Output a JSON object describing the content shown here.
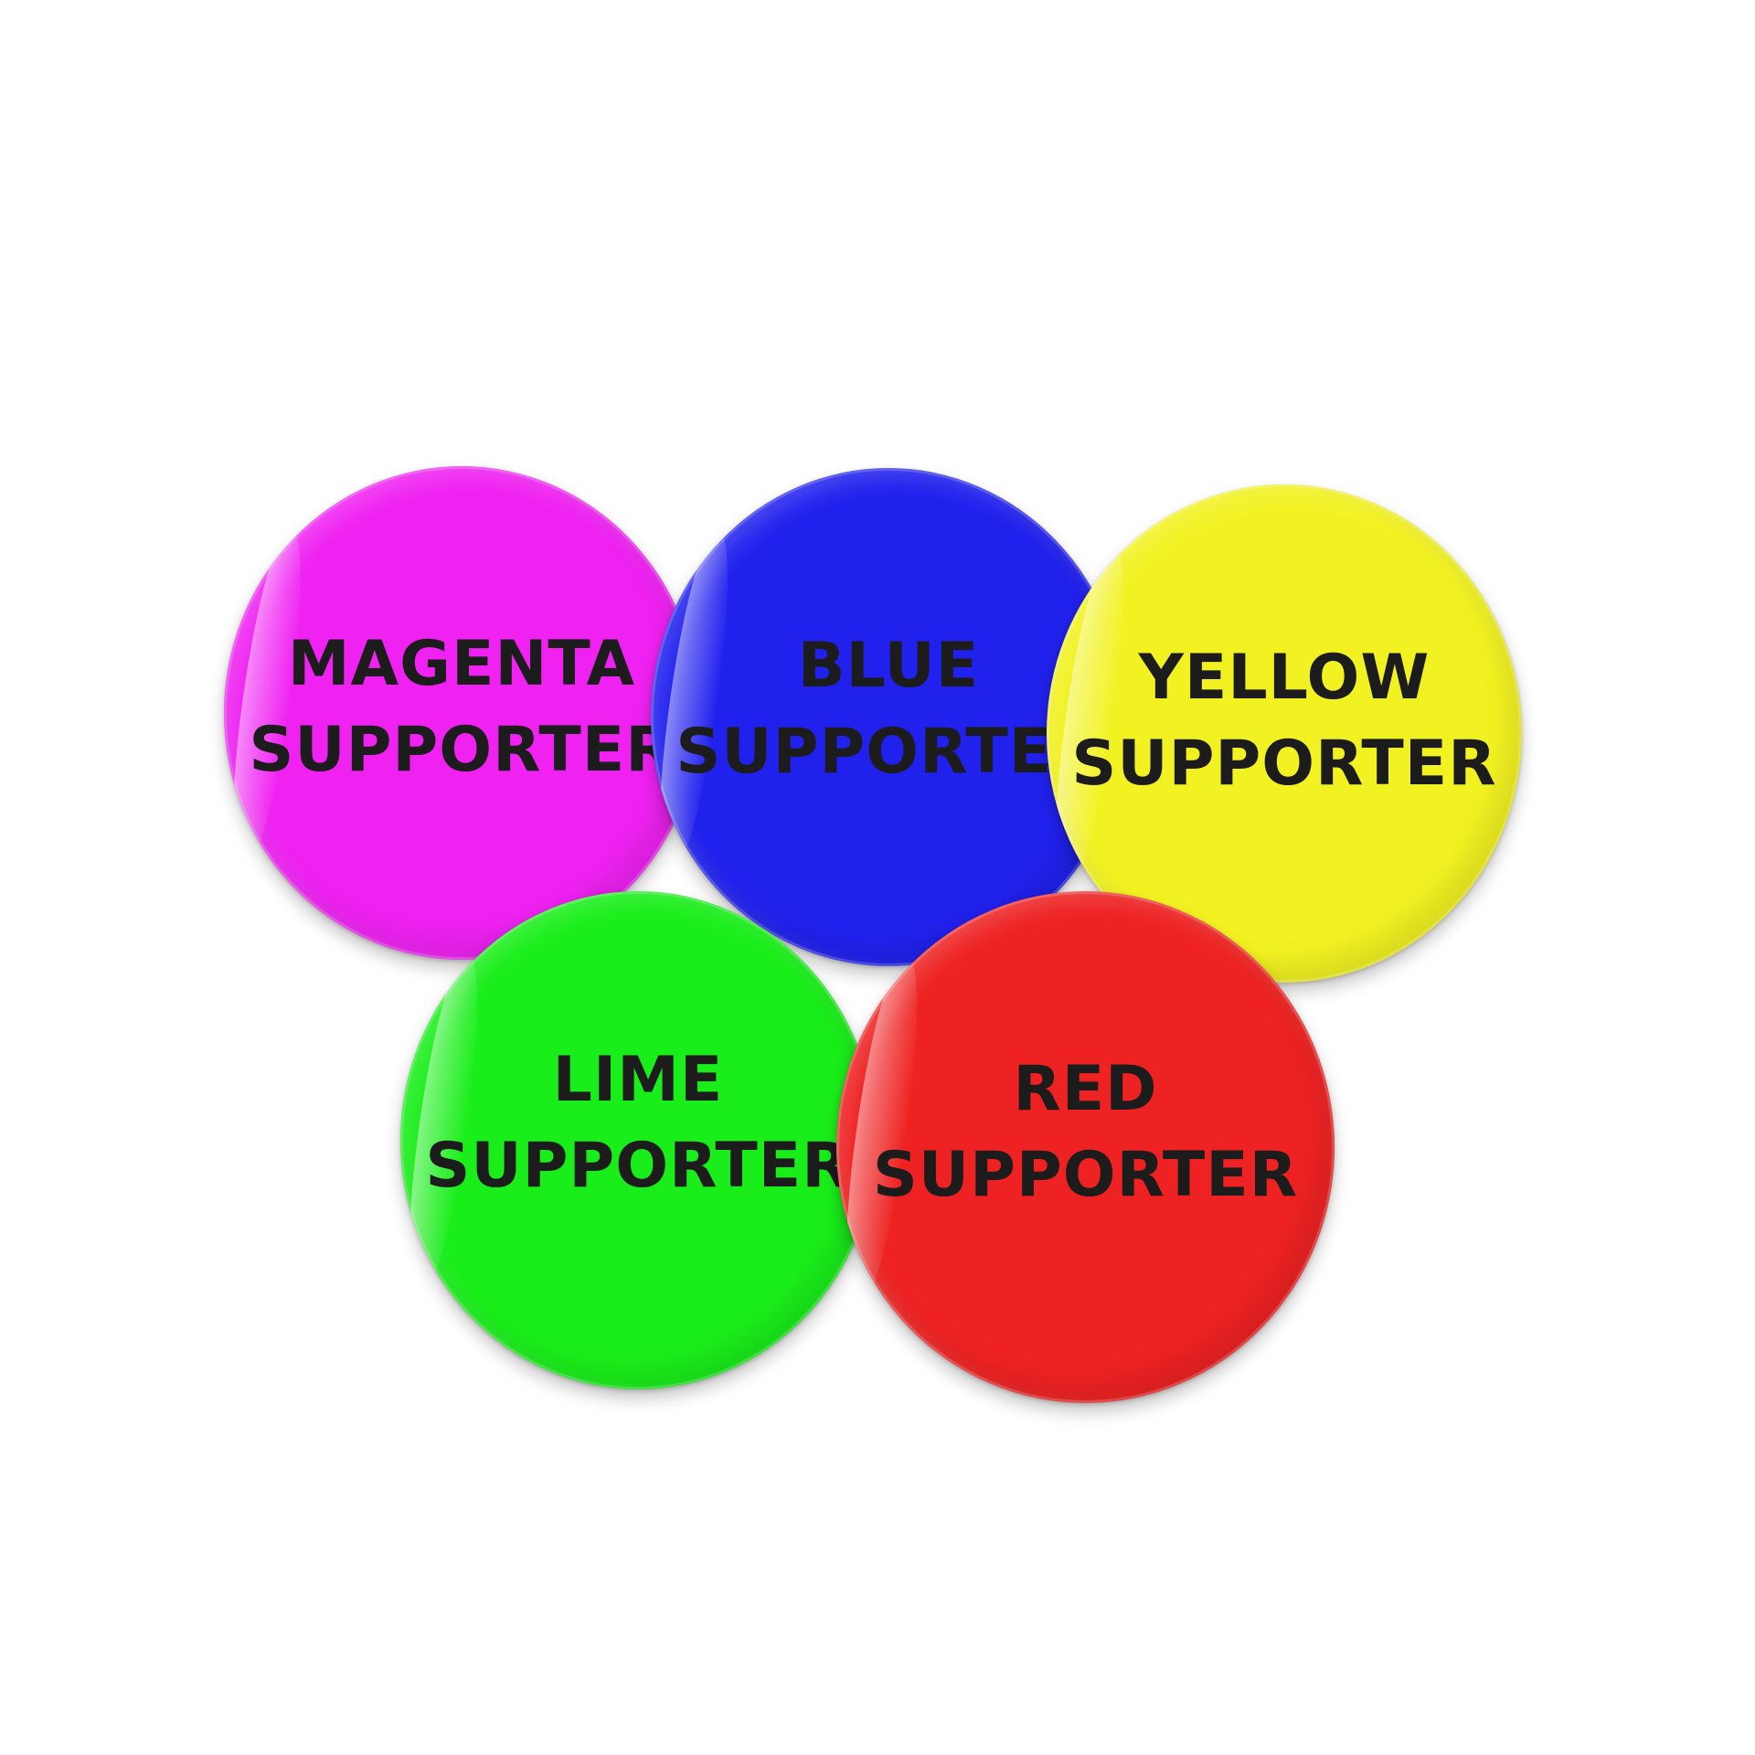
{
  "pins": [
    {
      "id": "magenta",
      "color": "#ef22f2",
      "line1": "MAGENTA",
      "line2": "SUPPORTER"
    },
    {
      "id": "blue",
      "color": "#2121ee",
      "line1": "BLUE",
      "line2": "SUPPORTER"
    },
    {
      "id": "yellow",
      "color": "#f2f222",
      "line1": "YELLOW",
      "line2": "SUPPORTER"
    },
    {
      "id": "lime",
      "color": "#1aee1a",
      "line1": "LIME",
      "line2": "SUPPORTER"
    },
    {
      "id": "red",
      "color": "#ee2222",
      "line1": "RED",
      "line2": "SUPPORTER"
    }
  ],
  "text_color": "#1c1c1c",
  "background": "#ffffff"
}
